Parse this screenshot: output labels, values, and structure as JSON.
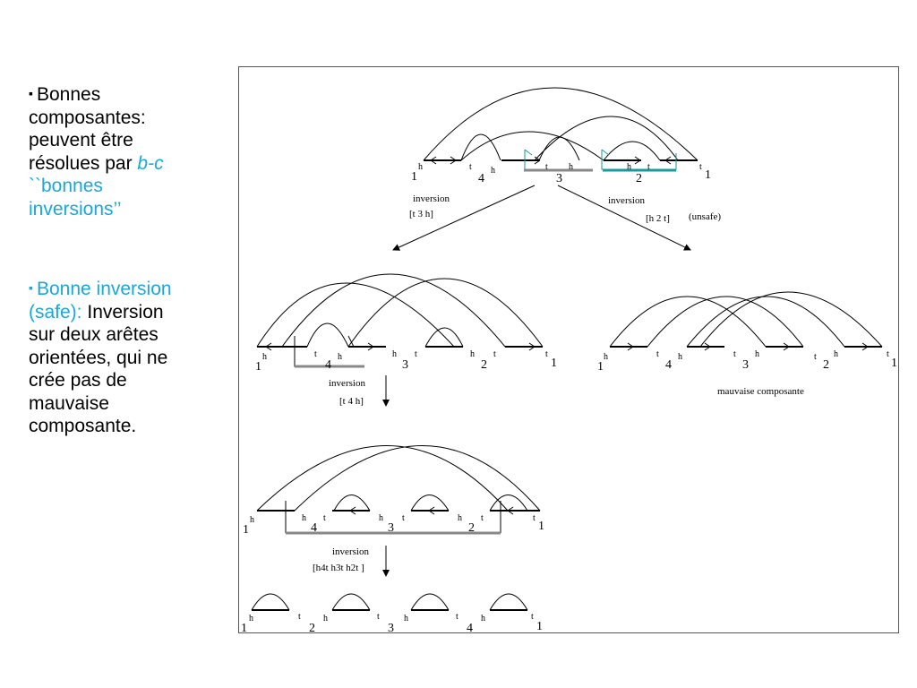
{
  "text": {
    "p1": {
      "bullet": "▪",
      "line1": "Bonnes",
      "line2": "composantes:",
      "line3": "peuvent être",
      "line4a": "résolues par ",
      "line4b": "b-c",
      "line5": "``bonnes",
      "line6": "inversions’’"
    },
    "p2": {
      "bullet": "▪",
      "line1": "Bonne inversion",
      "line2a": "(safe): ",
      "line2b": "Inversion",
      "line3": "sur deux arêtes",
      "line4": "orientées,  qui ne",
      "line5": "crée pas de",
      "line6": "mauvaise",
      "line7": "composante."
    }
  },
  "diagram": {
    "step1": {
      "labels": [
        "1",
        "h",
        "t",
        "4",
        "h",
        "t",
        "h",
        "3",
        "h",
        "t",
        "2",
        "t",
        "1"
      ],
      "left_annot": [
        "inversion",
        "[t 3 h]"
      ],
      "right_annot": [
        "inversion",
        "[h 2 t]",
        "(unsafe)"
      ]
    },
    "step2_left": {
      "labels": [
        "1",
        "h",
        "t",
        "4",
        "h",
        "h",
        "3",
        "t",
        "h",
        "2",
        "t",
        "t",
        "1"
      ],
      "annot": [
        "inversion",
        "[t 4 h]"
      ]
    },
    "step2_right": {
      "labels": [
        "1",
        "h",
        "t",
        "4",
        "h",
        "t",
        "3",
        "h",
        "t",
        "2",
        "h",
        "t",
        "1"
      ],
      "caption": "mauvaise composante"
    },
    "step3": {
      "labels": [
        "1",
        "h",
        "h",
        "4",
        "t",
        "h",
        "3",
        "t",
        "h",
        "2",
        "t",
        "t",
        "1"
      ],
      "annot": [
        "inversion",
        "[h4t  h3t h2t ]"
      ]
    },
    "step4": {
      "labels": [
        "1",
        "h",
        "t",
        "2",
        "h",
        "t",
        "3",
        "h",
        "t",
        "4",
        "h",
        "t",
        "1"
      ]
    }
  },
  "colors": {
    "accent": "#1aa7d9",
    "teal": "#1a9a9a",
    "gray_bar": "#888888"
  }
}
